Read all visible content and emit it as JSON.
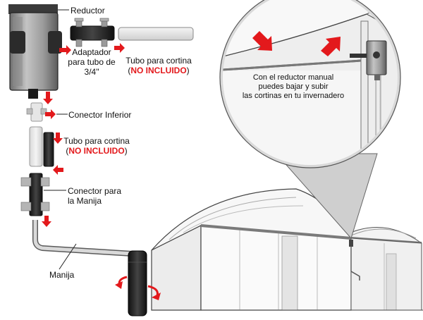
{
  "labels": {
    "reductor": "Reductor",
    "adaptador_1": "Adaptador",
    "adaptador_2": "para tubo de",
    "adaptador_3": "3/4\"",
    "tubo_top_1": "Tubo para cortina",
    "tubo_top_2_open": "(",
    "tubo_top_2_red": "NO INCLUIDO",
    "tubo_top_2_close": ")",
    "conector_inferior": "Conector Inferior",
    "tubo_mid_1": "Tubo para cortina",
    "tubo_mid_2_open": "(",
    "tubo_mid_2_red": "NO INCLUIDO",
    "tubo_mid_2_close": ")",
    "conector_manija_1": "Conector para",
    "conector_manija_2": "la Manija",
    "manija": "Manija",
    "callout_1": "Con el reductor manual",
    "callout_2": "puedes bajar y subir",
    "callout_3": "las cortinas en tu invernadero"
  },
  "colors": {
    "arrow_red": "#e3191c",
    "reducer_gray": "#9a9a9a",
    "dark_part": "#2b2b2b",
    "pipe_light": "#e8e8e8",
    "outline": "#222222",
    "zoom_fill": "#d9d9d9"
  }
}
